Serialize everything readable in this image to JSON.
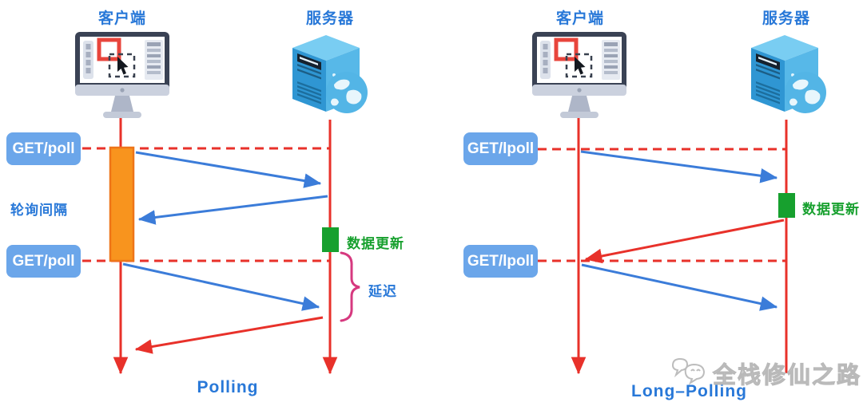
{
  "diagrams": [
    {
      "title": "Polling",
      "client_label": "客户端",
      "server_label": "服务器",
      "request_1": "GET/poll",
      "request_2": "GET/poll",
      "interval_label": "轮询间隔",
      "data_update_label": "数据更新",
      "delay_label": "延迟"
    },
    {
      "title": "Long–Polling",
      "client_label": "客户端",
      "server_label": "服务器",
      "request_1": "GET/lpoll",
      "request_2": "GET/lpoll",
      "data_update_label": "数据更新"
    }
  ],
  "watermark": {
    "text": "全栈修仙之路"
  },
  "colors": {
    "label_blue": "#2878D8",
    "arrow_blue": "#3B7CD9",
    "lifeline_red": "#E8312A",
    "button_blue": "#6BA6EA",
    "activation_orange": "#F8941E",
    "activation_border": "#EE7518",
    "update_green": "#17A02E",
    "brace_pink": "#D6397F"
  }
}
